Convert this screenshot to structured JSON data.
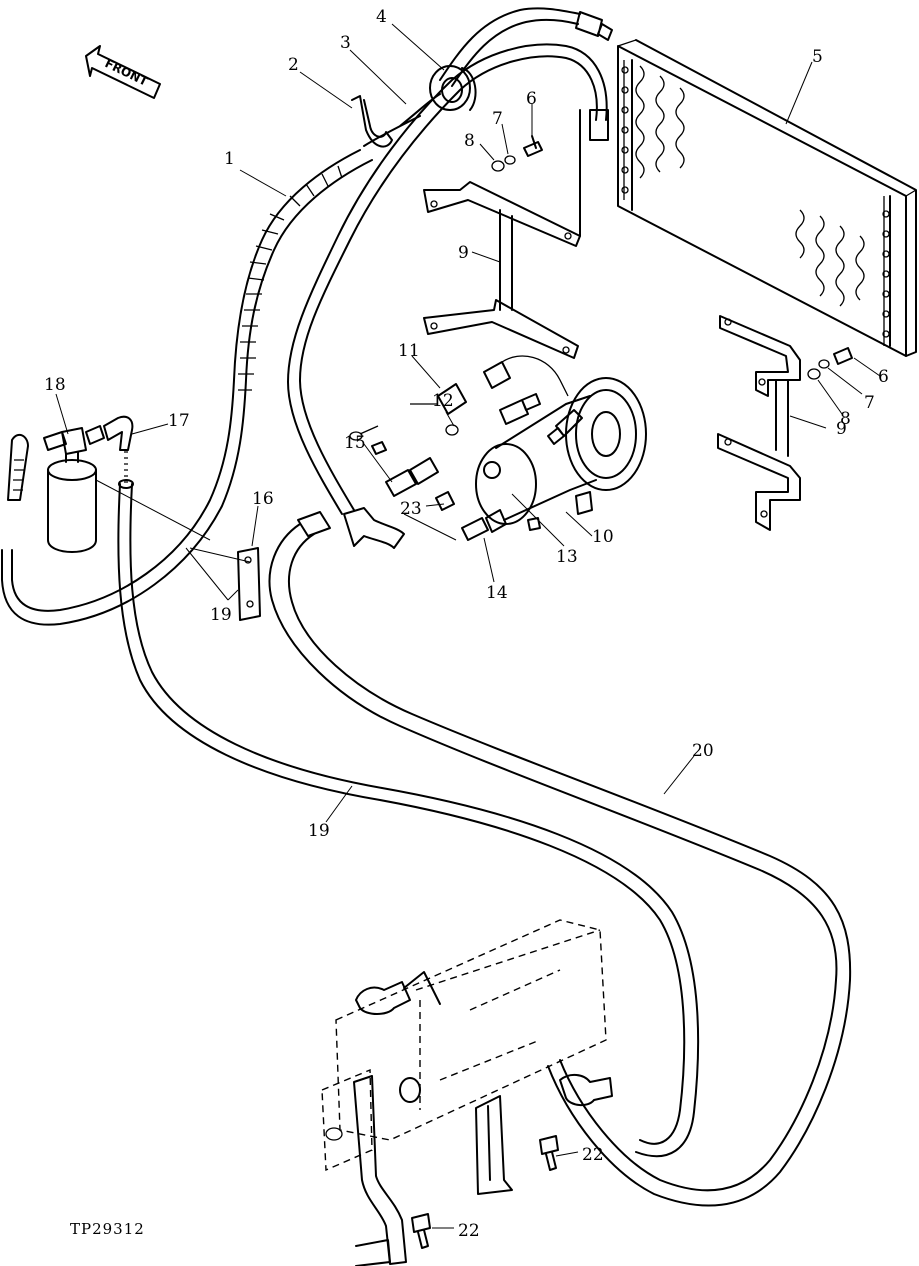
{
  "diagram": {
    "front_arrow_label": "FRONT",
    "figure_code": "TP29312",
    "callouts": [
      {
        "id": "c1",
        "label": "1"
      },
      {
        "id": "c2",
        "label": "2"
      },
      {
        "id": "c3",
        "label": "3"
      },
      {
        "id": "c4",
        "label": "4"
      },
      {
        "id": "c5",
        "label": "5"
      },
      {
        "id": "c6a",
        "label": "6"
      },
      {
        "id": "c6b",
        "label": "6"
      },
      {
        "id": "c7a",
        "label": "7"
      },
      {
        "id": "c7b",
        "label": "7"
      },
      {
        "id": "c8a",
        "label": "8"
      },
      {
        "id": "c8b",
        "label": "8"
      },
      {
        "id": "c9a",
        "label": "9"
      },
      {
        "id": "c9b",
        "label": "9"
      },
      {
        "id": "c10",
        "label": "10"
      },
      {
        "id": "c11",
        "label": "11"
      },
      {
        "id": "c12",
        "label": "12"
      },
      {
        "id": "c13",
        "label": "13"
      },
      {
        "id": "c14",
        "label": "14"
      },
      {
        "id": "c15",
        "label": "15"
      },
      {
        "id": "c16",
        "label": "16"
      },
      {
        "id": "c17",
        "label": "17"
      },
      {
        "id": "c18",
        "label": "18"
      },
      {
        "id": "c19a",
        "label": "19"
      },
      {
        "id": "c19b",
        "label": "19"
      },
      {
        "id": "c20",
        "label": "20"
      },
      {
        "id": "c22a",
        "label": "22"
      },
      {
        "id": "c22b",
        "label": "22"
      },
      {
        "id": "c23",
        "label": "23"
      }
    ]
  }
}
